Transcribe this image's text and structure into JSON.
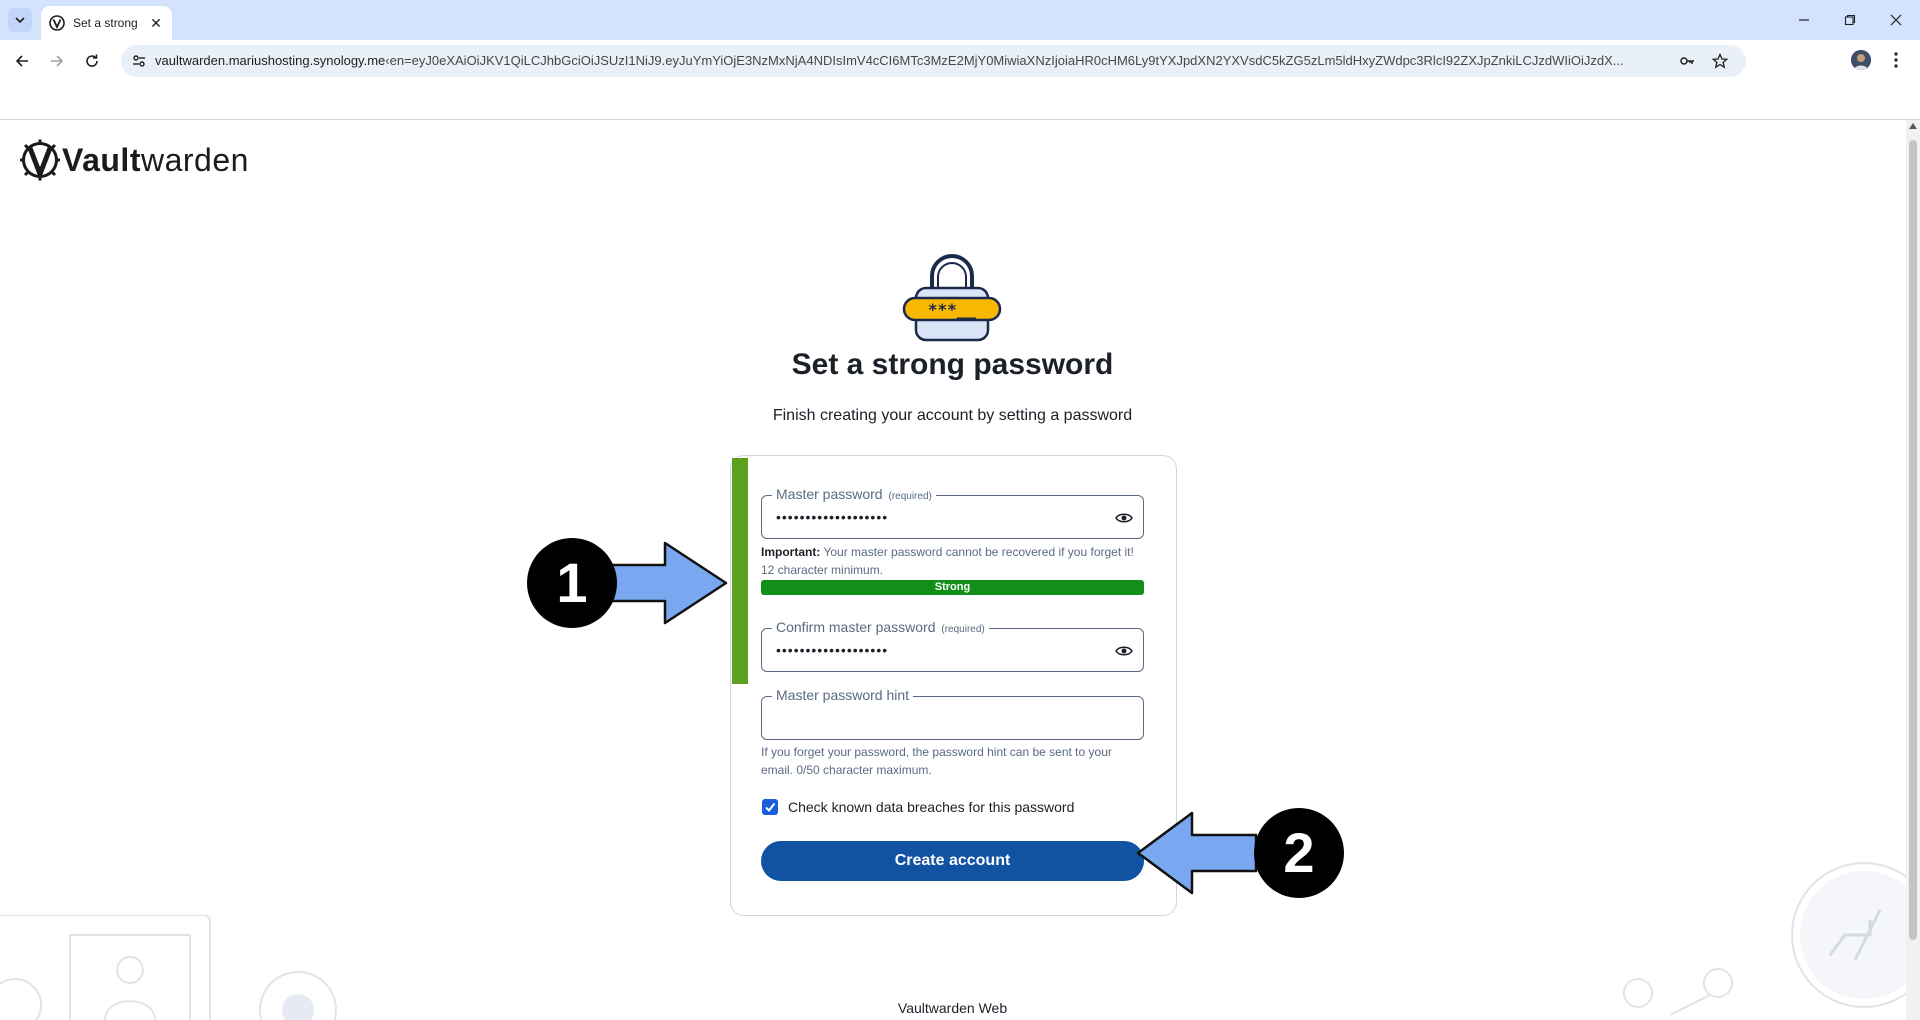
{
  "browser": {
    "tab_title": "Set a strong",
    "url_host": "vaultwarden.mariushosting.synology.me",
    "url_rest": "‹en=eyJ0eXAiOiJKV1QiLCJhbGciOiJSUzI1NiJ9.eyJuYmYiOjE3NzMxNjA4NDIsImV4cCI6MTc3MzE2MjY0MiwiaXNzIjoiaHR0cHM6Ly9tYXJpdXN2YXVsdC5kZG5zLm5ldHxyZWdpc3RlcI92ZXJpZnkiLCJzdWIiOiJzdX..."
  },
  "page": {
    "logo_bold": "Vault",
    "logo_light": "warden",
    "heading": "Set a strong password",
    "subheading": "Finish creating your account by setting a password",
    "footer": "Vaultwarden Web"
  },
  "form": {
    "master_password": {
      "label": "Master password",
      "required": "(required)",
      "value": "•••••••••••••••••••"
    },
    "important_prefix": "Important:",
    "important_text": " Your master password cannot be recovered if you forget it! 12 character minimum.",
    "strength_label": "Strong",
    "confirm_password": {
      "label": "Confirm master password",
      "required": "(required)",
      "value": "•••••••••••••••••••"
    },
    "hint": {
      "label": "Master password hint",
      "value": ""
    },
    "hint_helper": "If you forget your password, the password hint can be sent to your email. 0/50 character maximum.",
    "breach_check_label": "Check known data breaches for this password",
    "breach_check_checked": true,
    "submit_label": "Create account"
  },
  "annotations": {
    "step1": "1",
    "step2": "2"
  },
  "lock_illustration_text": "***__",
  "colors": {
    "primary": "#1252a3",
    "strength_bar": "#128f19",
    "highlight_bar": "#5da01e",
    "arrow_fill": "#7aa8f0",
    "tabbar": "#d3e3fd"
  }
}
